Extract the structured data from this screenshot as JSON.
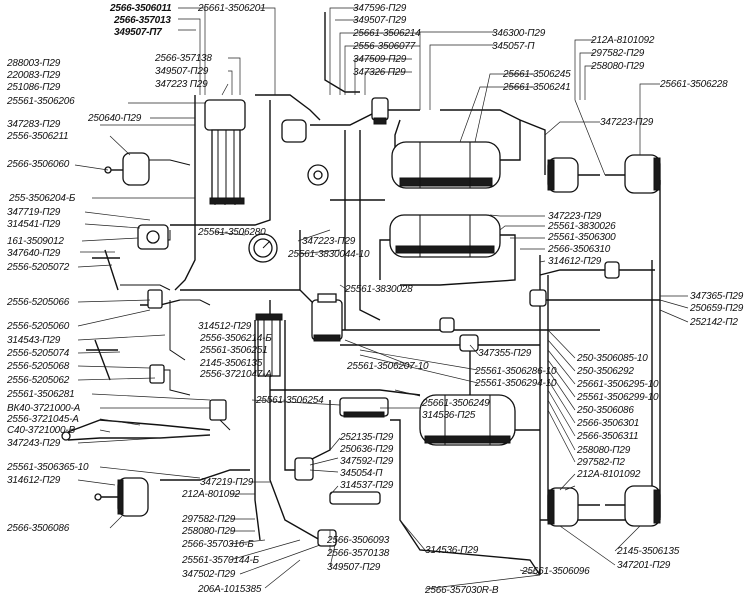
{
  "labels": {
    "l_top1": "2566-3506011",
    "l_top2": "2566-357013",
    "l_top3": "349507-П7",
    "l_top4": "25661-3506201",
    "l_t5": "347596-П29",
    "l_t6": "349507-П29",
    "l_t7": "25661-3506214",
    "l_t8": "2556-3506077",
    "l_t9": "347509-П29",
    "l_t10": "347326 П29",
    "l_t11": "346300-П29",
    "l_t12": "345057-П",
    "l_r1": "212А-8101092",
    "l_r2": "297582-П29",
    "l_r3": "258080-П29",
    "l_r4": "25661-3506228",
    "l_m1": "25661-3506245",
    "l_m2": "25661-3506241",
    "l_m3": "347223-П29",
    "l_left1": "2566-357138",
    "l_left2": "349507-П29",
    "l_left3": "347223 П29",
    "l_left4": "288003-П29",
    "l_left5": "220083-П29",
    "l_left6": "251086-П29",
    "l_left7": "25561-3506206",
    "l_left8": "347283-П29",
    "l_left9": "2556-3506211",
    "l_left10": "250640-П29",
    "l_left11": "2566-3506060",
    "l_left12": "255-3506204-Б",
    "l_left13": "347719-П29",
    "l_left14": "314541-П29",
    "l_left15": "161-3509012",
    "l_left16": "347640-П29",
    "l_left17": "2556-5205072",
    "l_left18": "2556-5205066",
    "l_left19": "2556-5205060",
    "l_left20": "314543-П29",
    "l_left21": "2556-5205074",
    "l_left22": "2556-5205068",
    "l_left23": "2556-5205062",
    "l_left24": "25561-3506281",
    "l_left25": "ВК40-3721000-А",
    "l_left26": "2556-3721045-А",
    "l_left27": "С40-3721000-В",
    "l_left28": "347243-П29",
    "l_left29": "25561-3506365-10",
    "l_left30": "314612-П29",
    "l_left31": "2566-3506086",
    "l_c1": "25561-3506280",
    "l_c2": "347223-П29",
    "l_c3": "25561-3830044-10",
    "l_c4": "25561-3830028",
    "l_c5": "314512-П29",
    "l_c6": "2556-3506214-Б",
    "l_c7": "25561-3506251",
    "l_c8": "2145-3506135",
    "l_c9": "2556-3721047-А",
    "l_c10": "25561-3506254",
    "l_c11": "25561-3506207-10",
    "l_c12": "347355-П29",
    "l_c13": "25561-3506286-10",
    "l_c14": "25561-3506294-10",
    "l_c15": "25661-3506249",
    "l_c16": "314536-П25",
    "l_c17": "252135-П29",
    "l_c18": "250636-П29",
    "l_c19": "347592-П29",
    "l_c20": "345054-П",
    "l_c21": "314537-П29",
    "l_c22": "347219-П29",
    "l_c23": "212А-801092",
    "l_c24": "297582-П29",
    "l_c25": "258080-П29",
    "l_c26": "2566-3570316-Б",
    "l_c27": "25561-3570144-Б",
    "l_c28": "347502-П29",
    "l_c29": "206А-1015385",
    "l_c30": "2566-3506093",
    "l_c31": "2566-3570138",
    "l_c32": "349507-П29",
    "l_c33": "314536-П29",
    "l_c34": "2566-357030R-В",
    "l_c35": "25661-3506096",
    "l_rr1": "347223-П29",
    "l_rr2": "25561-3830026",
    "l_rr3": "25561-3506300",
    "l_rr4": "2566-3506310",
    "l_rr5": "314612-П29",
    "l_rr6": "347365-П29",
    "l_rr7": "250659-П29",
    "l_rr8": "252142-П2",
    "l_rr9": "250-3506085-10",
    "l_rr10": "250-3506292",
    "l_rr11": "25661-3506295-10",
    "l_rr12": "25561-3506299-10",
    "l_rr13": "250-3506086",
    "l_rr14": "2566-3506301",
    "l_rr15": "2566-3506311",
    "l_rr16": "258080-П29",
    "l_rr17": "297582-П2",
    "l_rr18": "212А-8101092",
    "l_rr19": "2145-3506135",
    "l_rr20": "347201-П29"
  }
}
